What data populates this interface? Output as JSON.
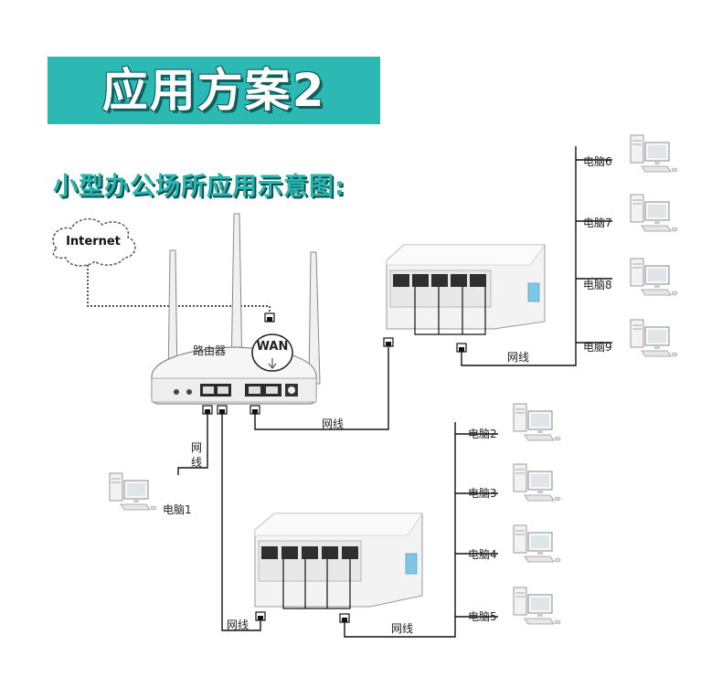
{
  "title": "应用方案2",
  "subtitle": "小型办公场所应用示意图:",
  "internet_label": "Internet",
  "router_label": "路由器",
  "wan_label": "WAN",
  "cable_labels": {
    "router_to_pc1": "网线",
    "router_to_switch_top": "网线",
    "switch_top_to_pcs": "网线",
    "router_to_switch_bottom": "网线",
    "switch_bottom_to_pcs": "网线"
  },
  "computers": {
    "pc1": "电脑1",
    "pc2": "电脑2",
    "pc3": "电脑3",
    "pc4": "电脑4",
    "pc5": "电脑5",
    "pc6": "电脑6",
    "pc7": "电脑7",
    "pc8": "电脑8",
    "pc9": "电脑9"
  },
  "colors": {
    "banner": "#2cb9b3",
    "subtitle": "#29b6b0",
    "line": "#111111",
    "switch_body": "#f4f4f4",
    "switch_accent": "#7fc6e6"
  }
}
